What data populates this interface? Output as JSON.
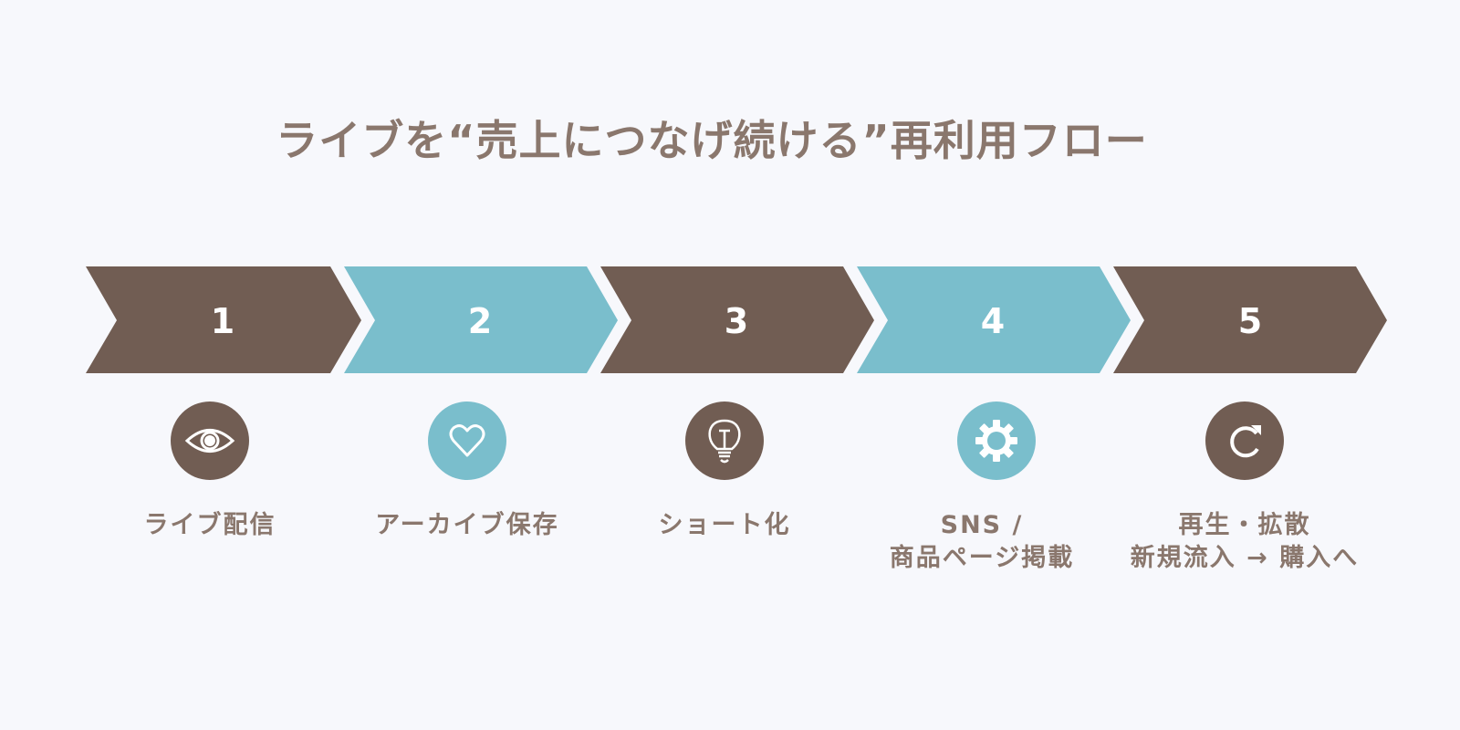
{
  "title": "ライブを“売上につなげ続ける”再利用フロー",
  "colors": {
    "brown": "#715d53",
    "teal": "#7abecc",
    "text": "#8a776d",
    "background": "#f7f8fc"
  },
  "steps": [
    {
      "number": "1",
      "label": "ライブ配信",
      "icon": "eye-icon",
      "color": "brown"
    },
    {
      "number": "2",
      "label": "アーカイブ保存",
      "icon": "heart-icon",
      "color": "teal"
    },
    {
      "number": "3",
      "label": "ショート化",
      "icon": "lightbulb-icon",
      "color": "brown"
    },
    {
      "number": "4",
      "label": "SNS /\n商品ページ掲載",
      "icon": "gear-icon",
      "color": "teal"
    },
    {
      "number": "5",
      "label": "再生・拡散\n新規流入 → 購入へ",
      "icon": "refresh-icon",
      "color": "brown"
    }
  ]
}
